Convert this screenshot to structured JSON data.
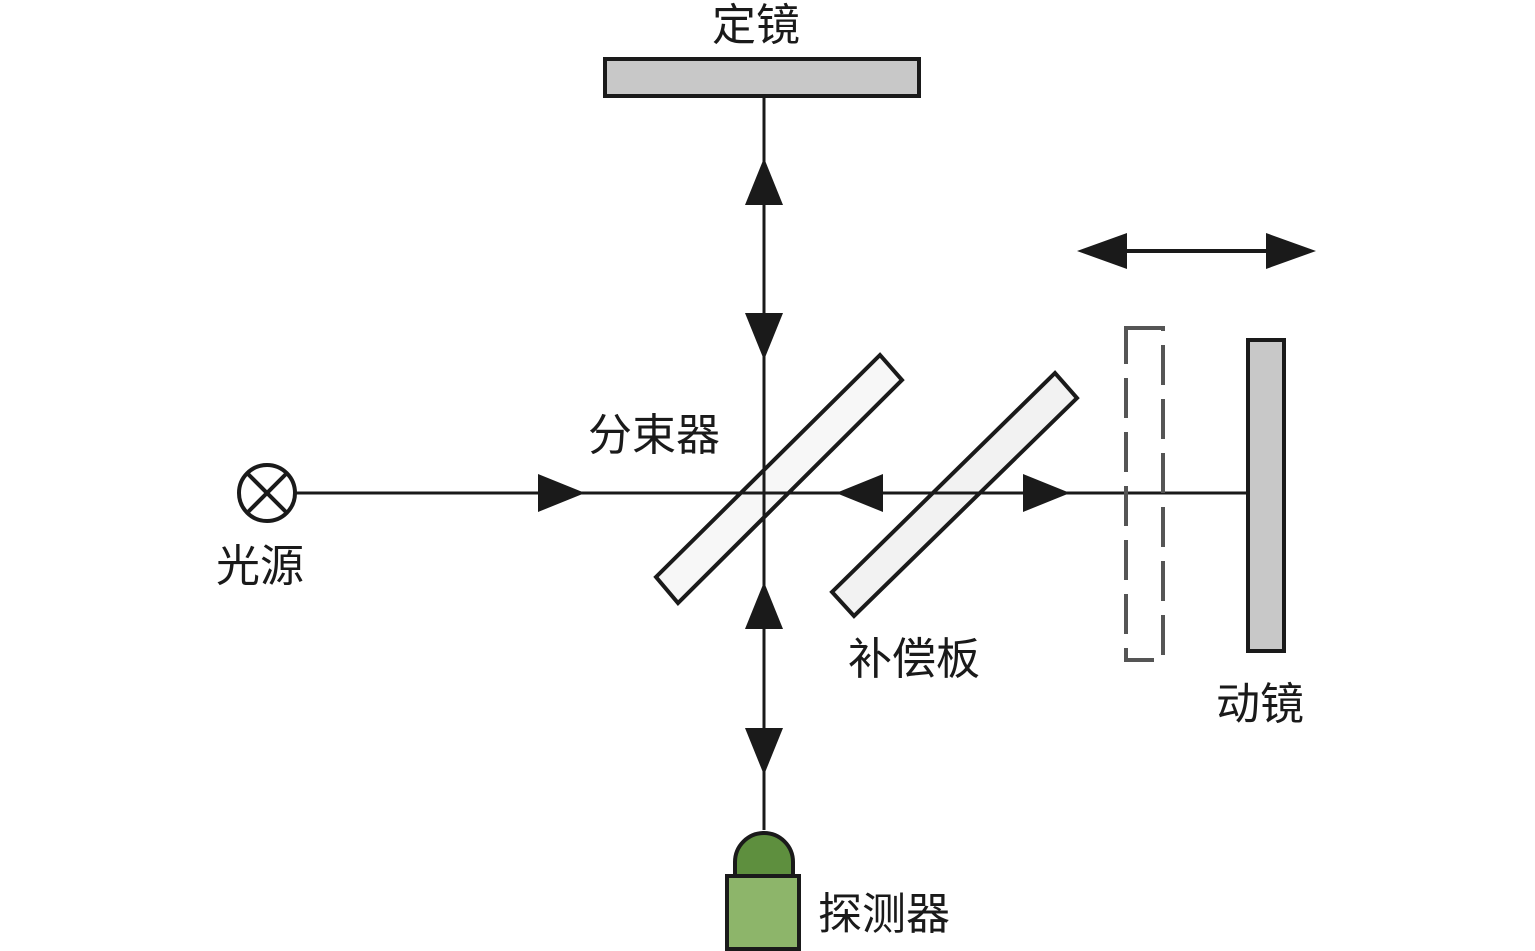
{
  "labels": {
    "fixed_mirror": "定镜",
    "beam_splitter": "分束器",
    "light_source": "光源",
    "compensator": "补偿板",
    "moving_mirror": "动镜",
    "detector": "探测器"
  },
  "colors": {
    "line": "#1a1a1a",
    "mirror_fill": "#c8c8c8",
    "plate_fill": "#f2f2f2",
    "detector_body": "#8db56a",
    "detector_cap": "#5e8f3e",
    "background": "#ffffff"
  },
  "icons": {
    "light_source": "cross-circle-icon",
    "motion": "double-arrow-icon"
  }
}
